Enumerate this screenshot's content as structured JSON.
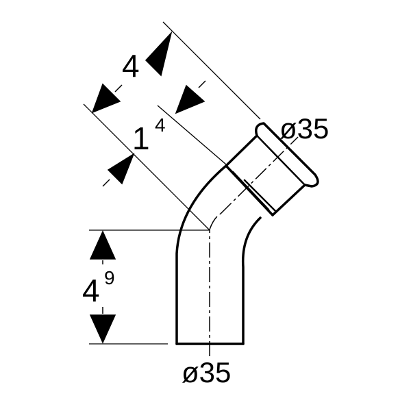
{
  "dimensions": {
    "outer_length": {
      "main": "4",
      "sup": ""
    },
    "inner_length": {
      "main": "1",
      "sup": "4"
    },
    "vertical_length": {
      "main": "4",
      "sup": "9"
    },
    "top_diameter": "ø35",
    "bottom_diameter": "ø35"
  },
  "colors": {
    "line": "#000000",
    "background": "#ffffff"
  }
}
